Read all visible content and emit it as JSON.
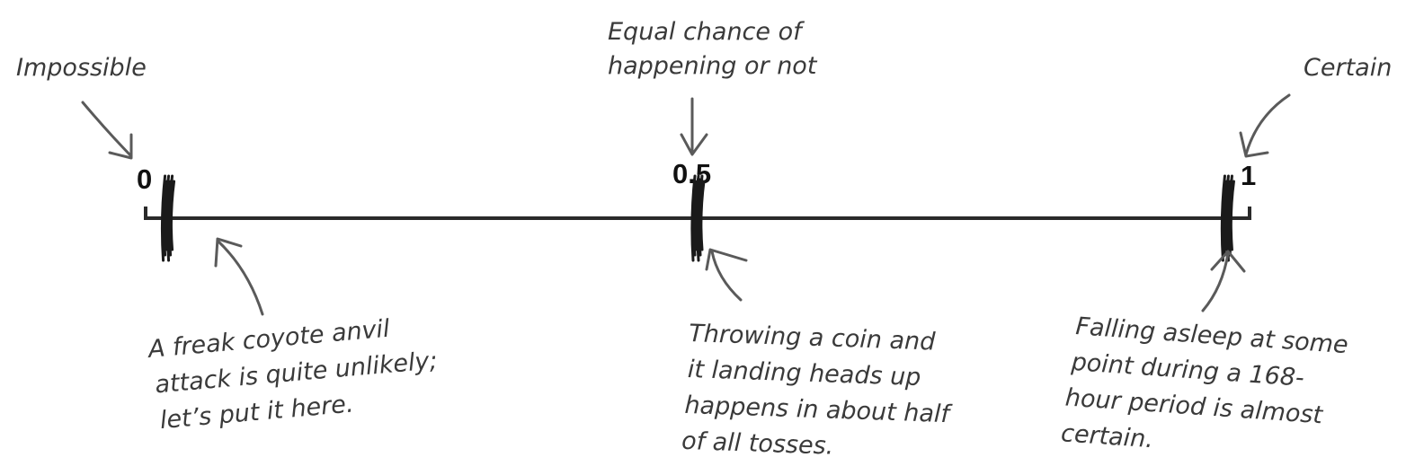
{
  "scale": {
    "min_label": "0",
    "mid_label": "0.5",
    "max_label": "1"
  },
  "annotations": {
    "impossible": "Impossible",
    "equal_chance": [
      "Equal chance of",
      "happening or not"
    ],
    "certain": "Certain",
    "coyote": [
      "A freak coyote anvil",
      "attack is quite unlikely;",
      "let’s put it here."
    ],
    "coin": [
      "Throwing a coin and",
      "it landing heads up",
      "happens in about half",
      "of all tosses."
    ],
    "asleep": [
      "Falling asleep at some",
      "point during a 168-",
      "hour period is almost",
      "certain."
    ]
  },
  "markers": [
    {
      "name": "coyote-anvil-mark",
      "value": 0.02
    },
    {
      "name": "coin-toss-mark",
      "value": 0.5
    },
    {
      "name": "falling-asleep-mark",
      "value": 0.98
    }
  ],
  "colors": {
    "line": "#2a2a2a",
    "handwriting": "#3a3a3a",
    "arrow": "#5a5a5a"
  }
}
